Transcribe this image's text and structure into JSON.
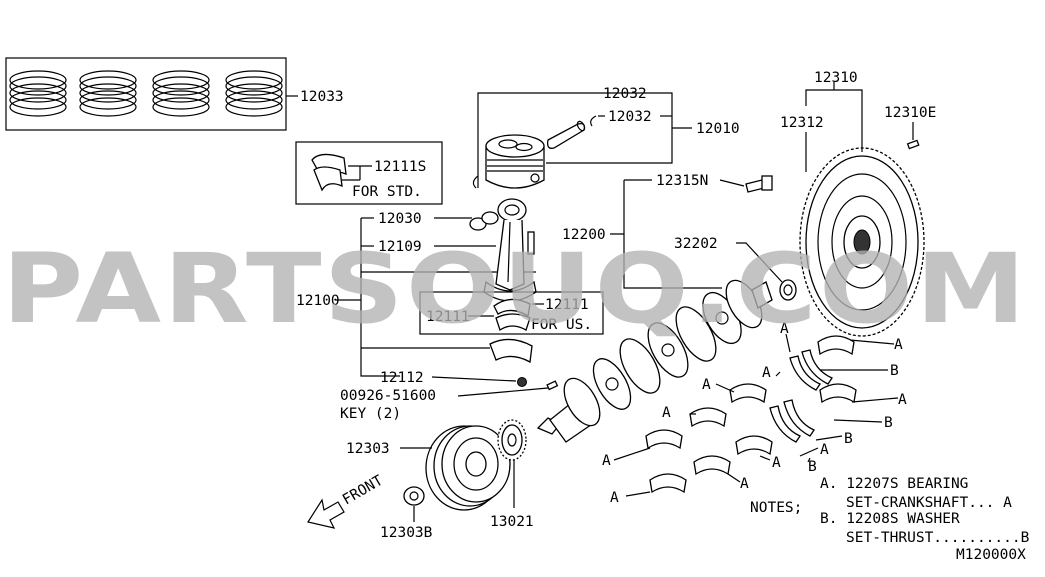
{
  "watermark": "PARTSOUQ.COM",
  "labels": {
    "p12033": "12033",
    "p12032a": "12032",
    "p12032b": "12032",
    "p12010": "12010",
    "p12111s": "12111S",
    "for_std": "FOR STD.",
    "p12030": "12030",
    "p12109": "12109",
    "p12100": "12100",
    "p12111a": "12111",
    "p12111b": "12111",
    "for_us": "FOR US.",
    "p12112": "12112",
    "p00926": "00926-51600",
    "key": "KEY (2)",
    "p12303": "12303",
    "p12303b": "12303B",
    "p13021": "13021",
    "front": "FRONT",
    "p12200": "12200",
    "p12315n": "12315N",
    "p32202": "32202",
    "p12310": "12310",
    "p12312": "12312",
    "p12310e": "12310E"
  },
  "letters": {
    "a": "A",
    "b": "B"
  },
  "notes": {
    "title": "NOTES;",
    "line_a1": "A. 12207S BEARING",
    "line_a2": "SET-CRANKSHAFT... A",
    "line_b1": "B. 12208S WASHER",
    "line_b2": "SET-THRUST..........B"
  },
  "diagram_code": "M120000X"
}
